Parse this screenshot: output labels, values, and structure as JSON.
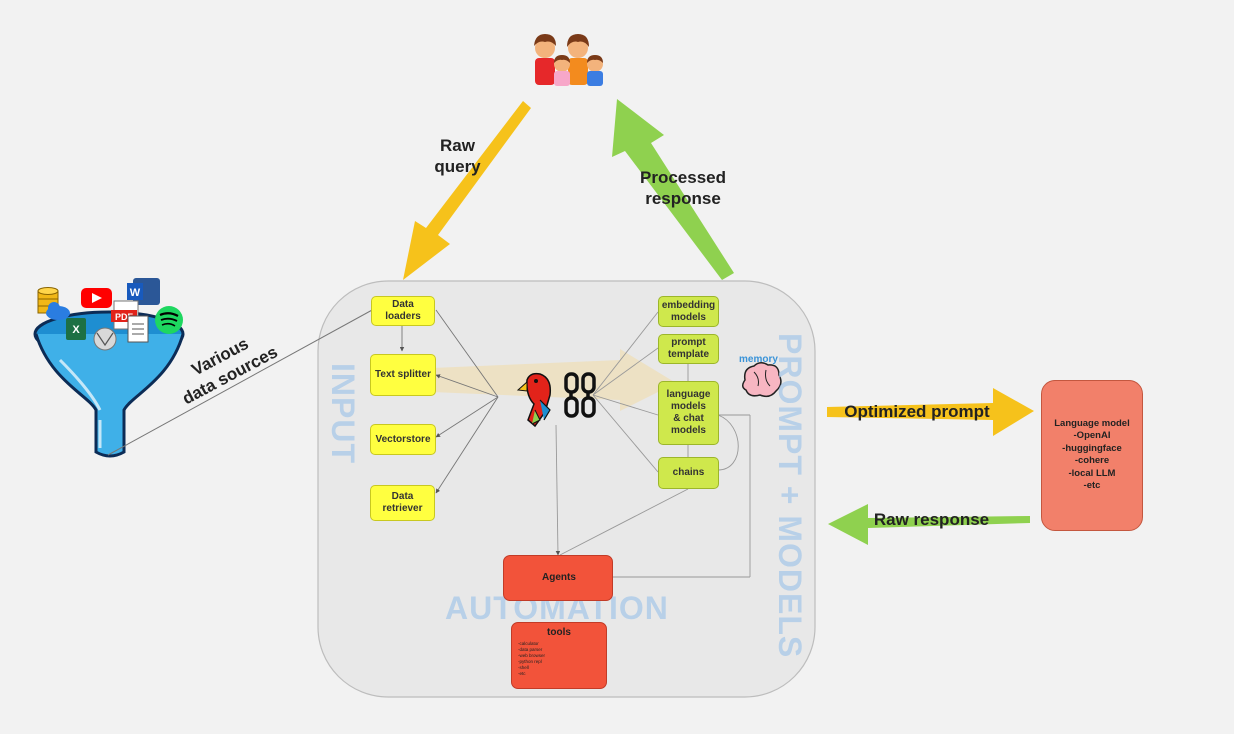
{
  "labels": {
    "raw_query": "Raw\nquery",
    "processed_response": "Processed\nresponse",
    "various_sources": "Various\ndata sources",
    "optimized_prompt": "Optimized prompt",
    "raw_response": "Raw response"
  },
  "sections": {
    "input": "INPUT",
    "automation": "AUTOMATION",
    "prompt_models": "PROMPT + MODELS"
  },
  "input_nodes": {
    "data_loaders": "Data\nloaders",
    "text_splitter": "Text splitter",
    "vectorstore": "Vectorstore",
    "data_retriever": "Data\nretriever"
  },
  "model_nodes": {
    "embedding_models": "embedding\nmodels",
    "prompt_template": "prompt\ntemplate",
    "language_models": "language\nmodels\n& chat\nmodels",
    "chains": "chains",
    "memory": "memory"
  },
  "automation_nodes": {
    "agents": "Agents",
    "tools_title": "tools",
    "tools_items": [
      "-calculator",
      "-data parser",
      "-web browser",
      "-python repl",
      "-shell",
      "-etc"
    ]
  },
  "language_model": {
    "title": "Language model",
    "items": [
      "-OpenAI",
      "-huggingface",
      "-cohere",
      "-local LLM",
      "-etc"
    ]
  },
  "source_icons": {
    "youtube": "youtube-icon",
    "word": "W",
    "pdf": "PDF",
    "excel": "X",
    "wikipedia": "wikipedia-icon",
    "spotify": "spotify-icon",
    "database": "database-icon",
    "cloud": "cloud-icon"
  },
  "colors": {
    "yellow_arrow": "#f6c21b",
    "green_arrow": "#8fd14f",
    "node_yellow": "#ffff40",
    "node_green": "#cfe84c",
    "node_red": "#f2533a",
    "llm_box": "#f2806a",
    "section_text": "#a8c9e8",
    "funnel": "#29a7e1"
  }
}
